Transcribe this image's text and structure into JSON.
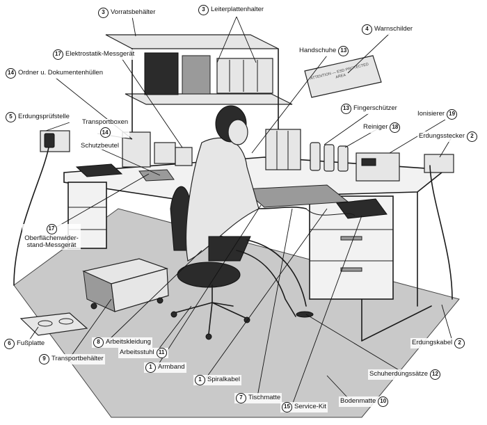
{
  "diagram": {
    "callouts": [
      {
        "id": "c-vorrats",
        "num": "3",
        "label": "Vorratsbehälter"
      },
      {
        "id": "c-leiterplatten",
        "num": "3",
        "label": "Leiterplattenhalter"
      },
      {
        "id": "c-warnschilder",
        "num": "4",
        "label": "Warnschilder"
      },
      {
        "id": "c-elektrostatik",
        "num": "17",
        "label": "Elektrostatik-Messgerät"
      },
      {
        "id": "c-handschuhe",
        "num": "13",
        "label": "Handschuhe"
      },
      {
        "id": "c-ordner",
        "num": "14",
        "label": "Ordner u. Dokumentenhüllen"
      },
      {
        "id": "c-erdungspruef",
        "num": "5",
        "label": "Erdungsprüfstelle"
      },
      {
        "id": "c-transportboxen",
        "num": "14",
        "label": "Transportboxen"
      },
      {
        "id": "c-fingerschuetzer",
        "num": "13",
        "label": "Fingerschützer"
      },
      {
        "id": "c-ionisierer",
        "num": "19",
        "label": "Ionisierer"
      },
      {
        "id": "c-reiniger",
        "num": "18",
        "label": "Reiniger"
      },
      {
        "id": "c-erdungsstecker",
        "num": "2",
        "label": "Erdungsstecker"
      },
      {
        "id": "c-schutzbeutel",
        "num": "",
        "label": "Schutzbeutel"
      },
      {
        "id": "c-oberflaechen",
        "num": "17",
        "label": "Oberflächenwider-stand-Messgerät"
      },
      {
        "id": "c-fussplatte",
        "num": "6",
        "label": "Fußplatte"
      },
      {
        "id": "c-arbeitskleidung",
        "num": "8",
        "label": "Arbeitskleidung"
      },
      {
        "id": "c-arbeitsstuhl",
        "num": "11",
        "label": "Arbeitsstuhl"
      },
      {
        "id": "c-transportbehaelter",
        "num": "9",
        "label": "Transportbehälter"
      },
      {
        "id": "c-armband",
        "num": "1",
        "label": "Armband"
      },
      {
        "id": "c-spiralkabel",
        "num": "1",
        "label": "Spiralkabel"
      },
      {
        "id": "c-erdungskabel",
        "num": "2",
        "label": "Erdungskabel"
      },
      {
        "id": "c-schuherdung",
        "num": "12",
        "label": "Schuherdungssätze"
      },
      {
        "id": "c-tischmatte",
        "num": "7",
        "label": "Tischmatte"
      },
      {
        "id": "c-servicekit",
        "num": "15",
        "label": "Service-Kit"
      },
      {
        "id": "c-bodenmatte",
        "num": "10",
        "label": "Bodenmatte"
      }
    ],
    "sign_text": "ATTENTION — ESD PROTECTED AREA"
  }
}
